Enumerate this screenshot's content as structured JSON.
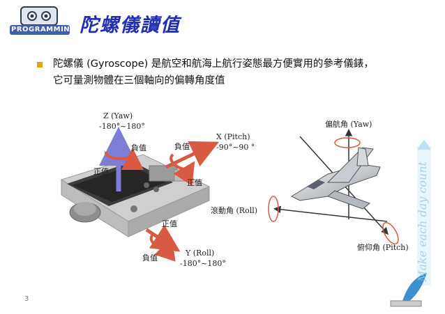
{
  "logo": {
    "text": "PROGRAMMING"
  },
  "title": "陀螺儀讀值",
  "bullet": {
    "line1": "陀螺儀 (Gyroscope) 是航空和航海上航行姿態最方便實用的參考儀錶，",
    "line2": "它可量測物體在三個軸向的偏轉角度值"
  },
  "device_diagram": {
    "z_axis": "Z (Yaw)",
    "z_range": "-180°~180°",
    "x_axis": "X (Pitch)",
    "x_range": "-90°~90 °",
    "y_axis": "Y (Roll)",
    "y_range": "-180°~180°",
    "neg_z": "負值",
    "pos_z": "正值",
    "neg_x": "負值",
    "pos_x": "正值",
    "pos_y": "正值",
    "neg_y": "負值"
  },
  "plane_diagram": {
    "yaw": "偏航角 (Yaw)",
    "roll": "滾動角 (Roll)",
    "pitch": "俯仰角 (Pitch)"
  },
  "watermark": "Make each day count",
  "page_number": "3",
  "colors": {
    "title": "#1f2fb0",
    "arrow": "#d95a42",
    "bullet": "#e3a400",
    "z_arrow": "#7d7cd6"
  }
}
